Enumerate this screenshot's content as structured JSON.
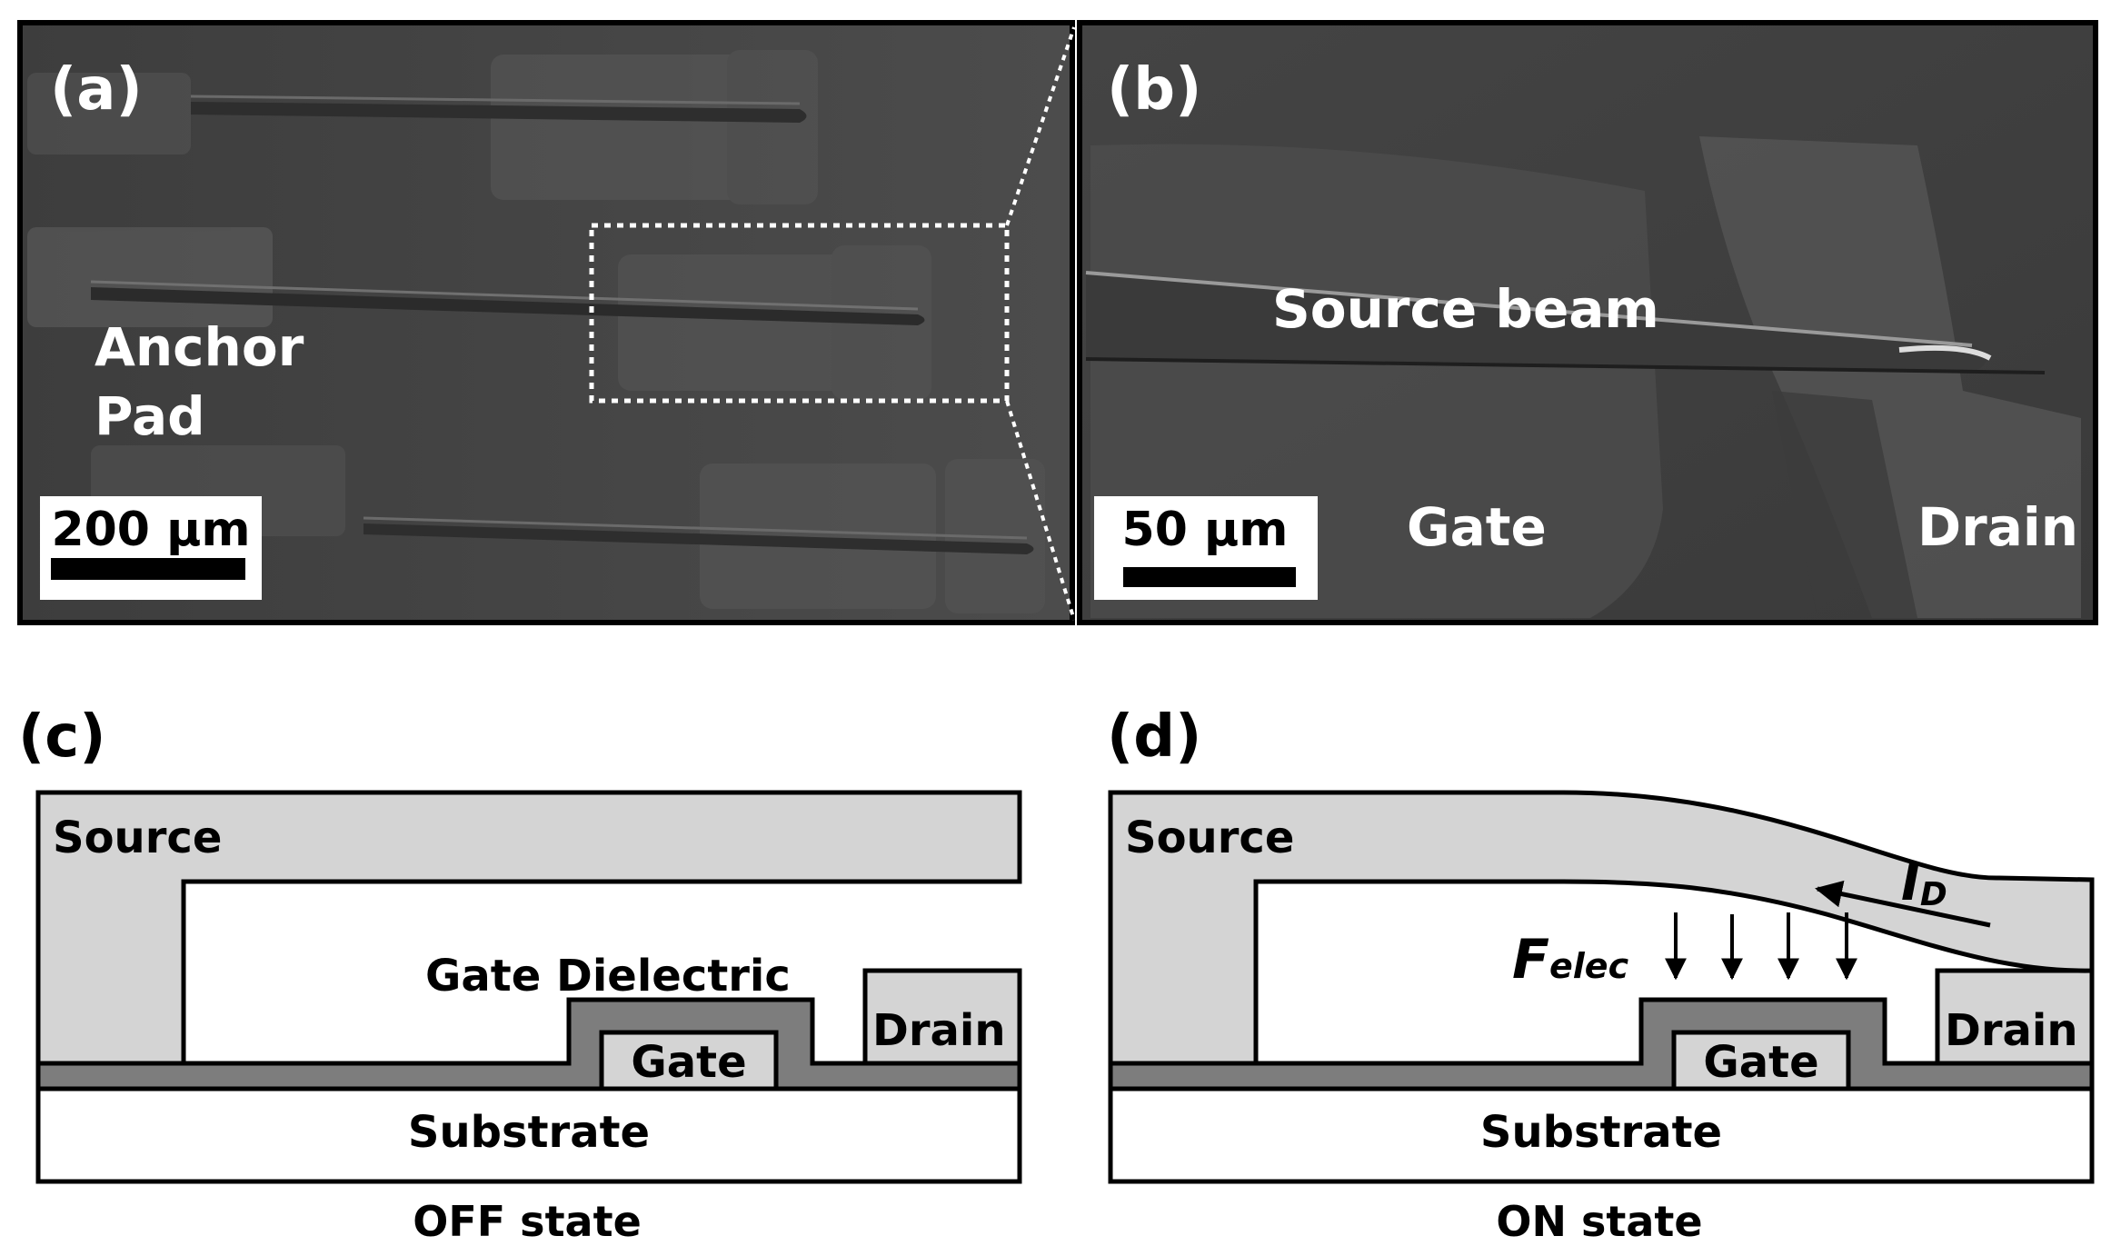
{
  "panel_a": {
    "letter": "(a)",
    "label_line1": "Anchor",
    "label_line2": "Pad",
    "scale": "200 µm"
  },
  "panel_b": {
    "letter": "(b)",
    "beam_label": "Source beam",
    "gate_label": "Gate",
    "drain_label": "Drain",
    "scale": "50 µm"
  },
  "panel_c": {
    "letter": "(c)",
    "source": "Source",
    "dielectric": "Gate Dielectric",
    "drain": "Drain",
    "gate": "Gate",
    "substrate": "Substrate",
    "caption": "OFF state"
  },
  "panel_d": {
    "letter": "(d)",
    "source": "Source",
    "current_main": "I",
    "current_sub": "D",
    "force_main": "F",
    "force_sub": "elec",
    "drain": "Drain",
    "gate": "Gate",
    "substrate": "Substrate",
    "caption": "ON state"
  },
  "colors": {
    "light_fill": "#d4d4d4",
    "dielectric": "#7d7d7d",
    "outline": "#000000",
    "sem_background": "#4a4a4a"
  }
}
